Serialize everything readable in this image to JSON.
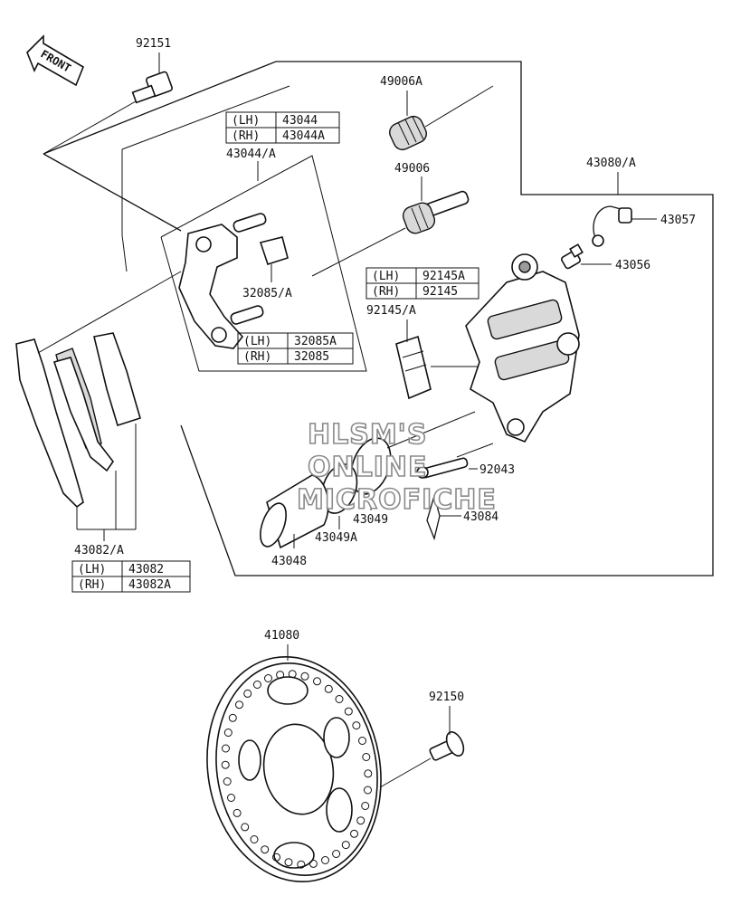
{
  "front_label": "FRONT",
  "watermark": [
    "HLSM'S",
    "ONLINE",
    "MICROFICHE"
  ],
  "parts": {
    "p92151": "92151",
    "p49006A": "49006A",
    "p43044A": "43044/A",
    "p49006": "49006",
    "p43080A": "43080/A",
    "p43057": "43057",
    "p43056": "43056",
    "p32085A": "32085/A",
    "p92145A": "92145/A",
    "p92043": "92043",
    "p43084": "43084",
    "p43049": "43049",
    "p43049A": "43049A",
    "p43048": "43048",
    "p43082A": "43082/A",
    "p41080": "41080",
    "p92150": "92150"
  },
  "tables": {
    "t43044": [
      [
        "(LH)",
        "43044"
      ],
      [
        "(RH)",
        "43044A"
      ]
    ],
    "t92145": [
      [
        "(LH)",
        "92145A"
      ],
      [
        "(RH)",
        "92145"
      ]
    ],
    "t32085": [
      [
        "(LH)",
        "32085A"
      ],
      [
        "(RH)",
        "32085"
      ]
    ],
    "t43082": [
      [
        "(LH)",
        "43082"
      ],
      [
        "(RH)",
        "43082A"
      ]
    ]
  }
}
